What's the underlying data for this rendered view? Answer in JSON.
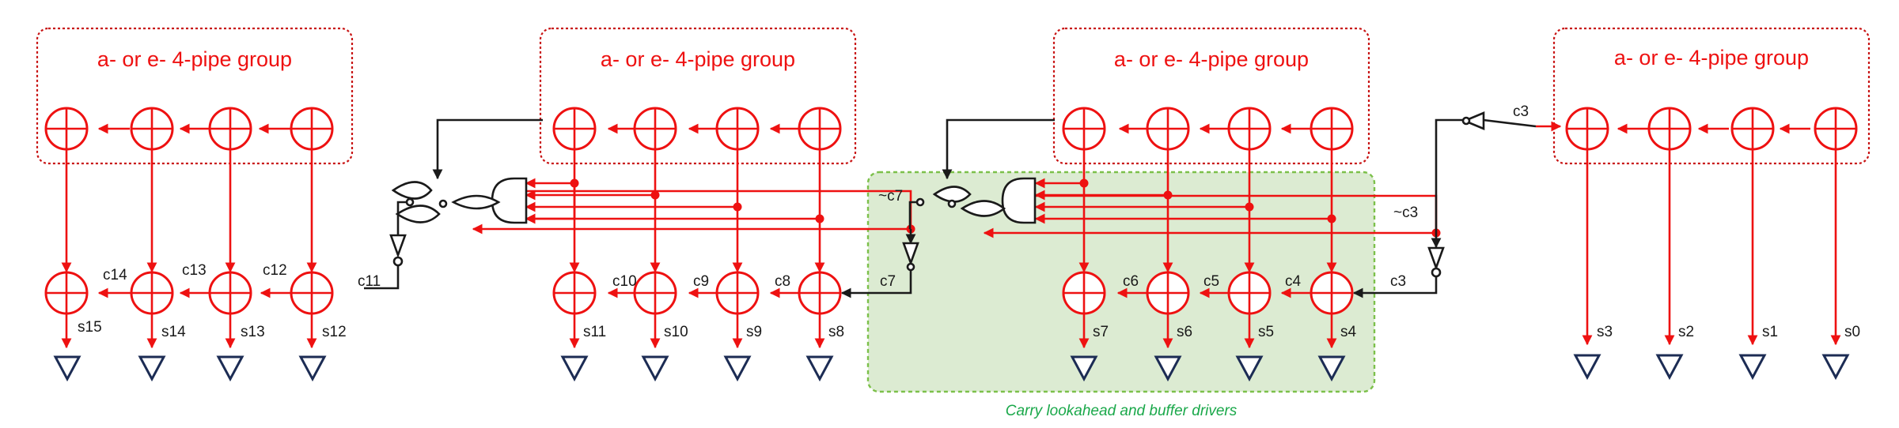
{
  "groups": [
    {
      "title": "a- or e- 4-pipe group"
    },
    {
      "title": "a- or e- 4-pipe group"
    },
    {
      "title": "a- or e- 4-pipe group"
    },
    {
      "title": "a- or e- 4-pipe group"
    }
  ],
  "carries": [
    "c3",
    "c4",
    "c5",
    "c6",
    "c7",
    "c8",
    "c9",
    "c10",
    "c11",
    "c12",
    "c13",
    "c14"
  ],
  "inverted_carries": [
    "~c3",
    "~c7"
  ],
  "sums": [
    "s0",
    "s1",
    "s2",
    "s3",
    "s4",
    "s5",
    "s6",
    "s7",
    "s8",
    "s9",
    "s10",
    "s11",
    "s12",
    "s13",
    "s14",
    "s15"
  ],
  "lookahead_note": "Carry lookahead and buffer drivers",
  "colors": {
    "pipe": "#ee1111",
    "control": "#1a1a1a",
    "driver": "#1c2c54",
    "lookahead_fill": "#dcebd2",
    "lookahead_border": "#7cc04a"
  }
}
